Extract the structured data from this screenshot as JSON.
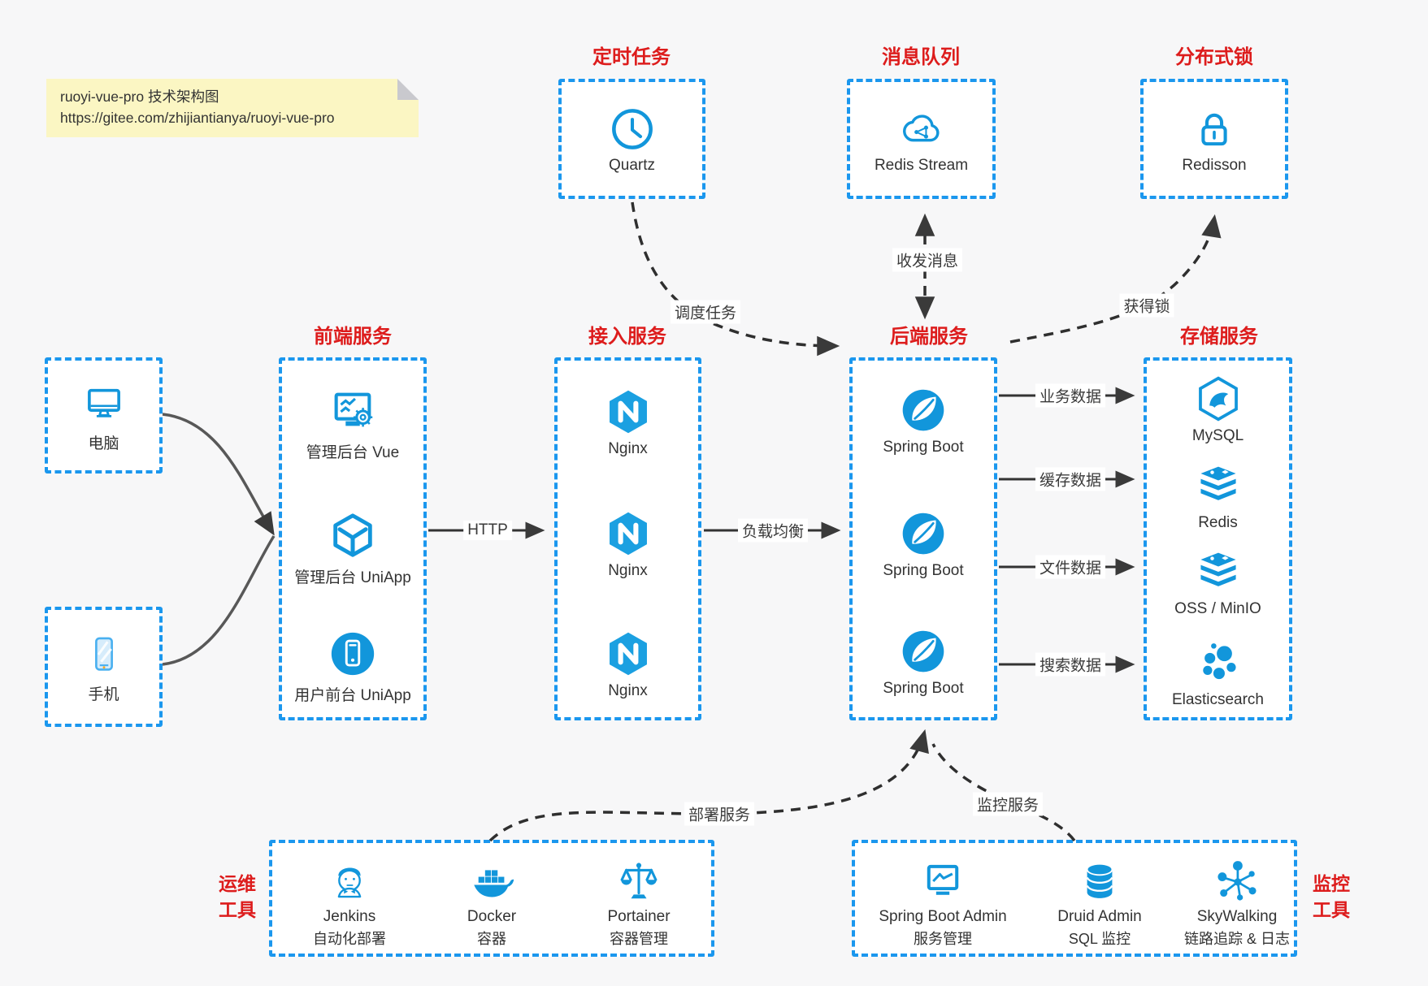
{
  "note": {
    "line1": "ruoyi-vue-pro 技术架构图",
    "line2": "https://gitee.com/zhijiantianya/ruoyi-vue-pro"
  },
  "top_services": [
    {
      "title": "定时任务",
      "label": "Quartz",
      "icon": "clock-icon"
    },
    {
      "title": "消息队列",
      "label": "Redis Stream",
      "icon": "cloud-mq-icon"
    },
    {
      "title": "分布式锁",
      "label": "Redisson",
      "icon": "lock-icon"
    }
  ],
  "clients": [
    {
      "label": "电脑",
      "icon": "desktop-icon"
    },
    {
      "label": "手机",
      "icon": "smartphone-icon"
    }
  ],
  "columns": [
    {
      "title": "前端服务",
      "items": [
        {
          "label": "管理后台 Vue",
          "icon": "admin-vue-icon"
        },
        {
          "label": "管理后台 UniApp",
          "icon": "uniapp-cube-icon"
        },
        {
          "label": "用户前台 UniApp",
          "icon": "user-app-icon"
        }
      ]
    },
    {
      "title": "接入服务",
      "items": [
        {
          "label": "Nginx",
          "icon": "nginx-icon"
        },
        {
          "label": "Nginx",
          "icon": "nginx-icon"
        },
        {
          "label": "Nginx",
          "icon": "nginx-icon"
        }
      ]
    },
    {
      "title": "后端服务",
      "items": [
        {
          "label": "Spring Boot",
          "icon": "spring-leaf-icon"
        },
        {
          "label": "Spring Boot",
          "icon": "spring-leaf-icon"
        },
        {
          "label": "Spring Boot",
          "icon": "spring-leaf-icon"
        }
      ]
    },
    {
      "title": "存储服务",
      "items": [
        {
          "label": "MySQL",
          "icon": "mysql-dolphin-icon"
        },
        {
          "label": "Redis",
          "icon": "redis-stack-icon"
        },
        {
          "label": "OSS / MinIO",
          "icon": "storage-stack-icon"
        },
        {
          "label": "Elasticsearch",
          "icon": "elasticsearch-icon"
        }
      ]
    }
  ],
  "edges": {
    "http": "HTTP",
    "load_balance": "负载均衡",
    "business": "业务数据",
    "cache": "缓存数据",
    "file": "文件数据",
    "search": "搜索数据",
    "schedule": "调度任务",
    "message": "收发消息",
    "lock": "获得锁",
    "deploy": "部署服务",
    "monitor": "监控服务"
  },
  "ops_tools": {
    "side_label": [
      "运维",
      "工具"
    ],
    "items": [
      {
        "name": "Jenkins",
        "desc": "自动化部署",
        "icon": "jenkins-icon"
      },
      {
        "name": "Docker",
        "desc": "容器",
        "icon": "docker-whale-icon"
      },
      {
        "name": "Portainer",
        "desc": "容器管理",
        "icon": "portainer-scales-icon"
      }
    ]
  },
  "monitor_tools": {
    "side_label": [
      "监控",
      "工具"
    ],
    "items": [
      {
        "name": "Spring Boot Admin",
        "desc": "服务管理",
        "icon": "monitor-chart-icon"
      },
      {
        "name": "Druid Admin",
        "desc": "SQL 监控",
        "icon": "database-icon"
      },
      {
        "name": "SkyWalking",
        "desc": "链路追踪 & 日志",
        "icon": "network-nodes-icon"
      }
    ]
  },
  "colors": {
    "background": "#f7f7f8",
    "box_border_blue": "#1b97ee",
    "icon_blue": "#1296db",
    "nginx_blue": "#1ba0e1",
    "title_red": "#dd1c1c",
    "note_bg": "#fbf6c3",
    "arrow_dark": "#333333"
  }
}
